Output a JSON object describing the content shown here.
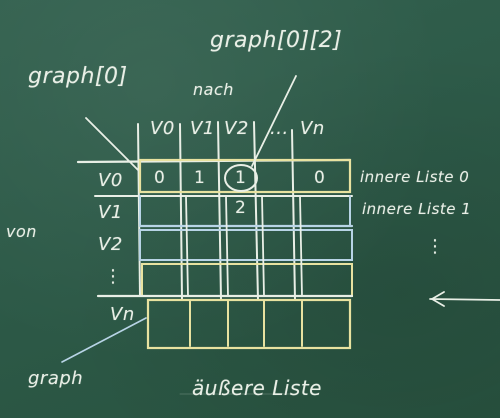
{
  "board": {
    "title": "graph[0][2]",
    "nach": "nach",
    "graph_label": "graph[0]",
    "von": "von",
    "graph_bottom": "graph",
    "outer_list": "äußere Liste",
    "inner_list_0": "innere Liste 0",
    "inner_list_1": "innere Liste 1",
    "inner_dots": "⋮"
  },
  "columns": [
    "V0",
    "V1",
    "V2",
    "...",
    "Vn"
  ],
  "rows": [
    "V0",
    "V1",
    "V2",
    "⋮",
    "Vn"
  ],
  "cells": {
    "r0c0": "0",
    "r0c1": "1",
    "r0c2": "1",
    "r0c4": "0",
    "r1c2": "2"
  },
  "colors": {
    "board": "#2d5a48",
    "chalk_white": "#e9efe6",
    "chalk_yellow": "#e8e2a0",
    "chalk_blue": "#b8d4e6"
  }
}
